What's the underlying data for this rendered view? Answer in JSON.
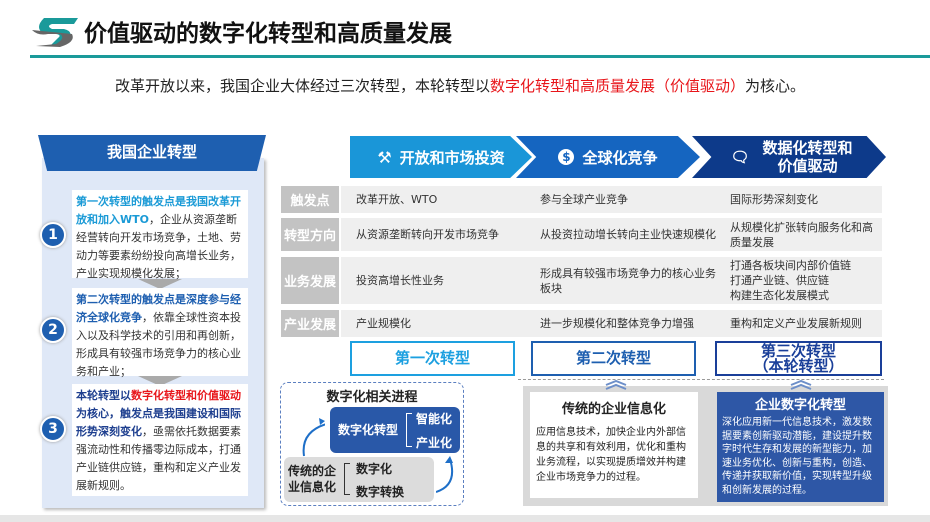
{
  "header": {
    "title": "价值驱动的数字化转型和高质量发展",
    "logo": "company-logo",
    "accent": "#1a9a9a"
  },
  "intro": {
    "text_a": "改革开放以来，我国企业大体经过三次转型，本轮转型以",
    "text_highlight": "数字化转型和高质量发展（价值驱动）",
    "text_b": "为核心。"
  },
  "left_panel": {
    "title": "我国企业转型",
    "items": [
      {
        "num": "1",
        "lead": "第一次转型的触发点是我国改革开放和加入WTO",
        "body": "，企业从资源垄断经营转向开发市场竞争，土地、劳动力等要素纷纷投向高增长业务，产业实现规模化发展；"
      },
      {
        "num": "2",
        "lead": "第二次转型的触发点是深度参与经济全球化竞争",
        "body": "，依靠全球性资本投入以及科学技术的引用和再创新，形成具有较强市场竞争力的核心业务和产业；"
      },
      {
        "num": "3",
        "lead_a": "本轮转型以",
        "lead_red": "数字化转型和价值驱动",
        "lead_b": "为核心，触发点是我国建设和国际形势深刻变化",
        "body": "，亟需依托数据要素强流动性和传播零边际成本，打通产业链供应链，重构和定义产业发展新规则。"
      }
    ]
  },
  "stages": [
    {
      "label": "开放和市场投资",
      "icon": "tools-icon",
      "color": "#1a96d8"
    },
    {
      "label": "全球化竞争",
      "icon": "money-bag-icon",
      "color": "#1565c0"
    },
    {
      "label": "数据化转型和价值驱动",
      "icon": "chat-icon",
      "color": "#0d3a8a"
    }
  ],
  "rows": [
    {
      "label": "触发点",
      "cells": [
        "改革开放、WTO",
        "参与全球产业竞争",
        "国际形势深刻变化"
      ]
    },
    {
      "label": "转型方向",
      "cells": [
        "从资源垄断转向开发市场竞争",
        "从投资拉动增长转向主业快速规模化",
        "从规模化扩张转向服务化和高质量发展"
      ]
    },
    {
      "label": "业务发展",
      "cells": [
        "投资高增长性业务",
        "形成具有较强市场竞争力的核心业务板块",
        "打通各板块间内部价值链\n打通产业链、供应链\n构建生态化发展模式"
      ]
    },
    {
      "label": "产业发展",
      "cells": [
        "产业规模化",
        "进一步规模化和整体竞争力增强",
        "重构和定义产业发展新规则"
      ]
    }
  ],
  "generations": [
    "第一次转型",
    "第二次转型",
    "第三次转型\n（本轮转型）"
  ],
  "process": {
    "title": "数字化相关进程",
    "top_box": "数字化转型",
    "top_items": [
      "智能化",
      "产业化"
    ],
    "bottom_box": "传统的企\n业信息化",
    "bottom_items": [
      "数字化",
      "数字转换"
    ]
  },
  "traditional": {
    "title": "传统的企业信息化",
    "body": "应用信息技术，加快企业内外部信息的共享和有效利用，优化和重构业务流程，以实现提质增效并构建企业市场竞争力的过程。"
  },
  "digital": {
    "title": "企业数字化转型",
    "body": "深化应用新一代信息技术，激发数据要素创新驱动潜能，建设提升数字时代生存和发展的新型能力，加速业务优化、创新与重构，创造、传递并获取新价值，实现转型升级和创新发展的过程。"
  }
}
